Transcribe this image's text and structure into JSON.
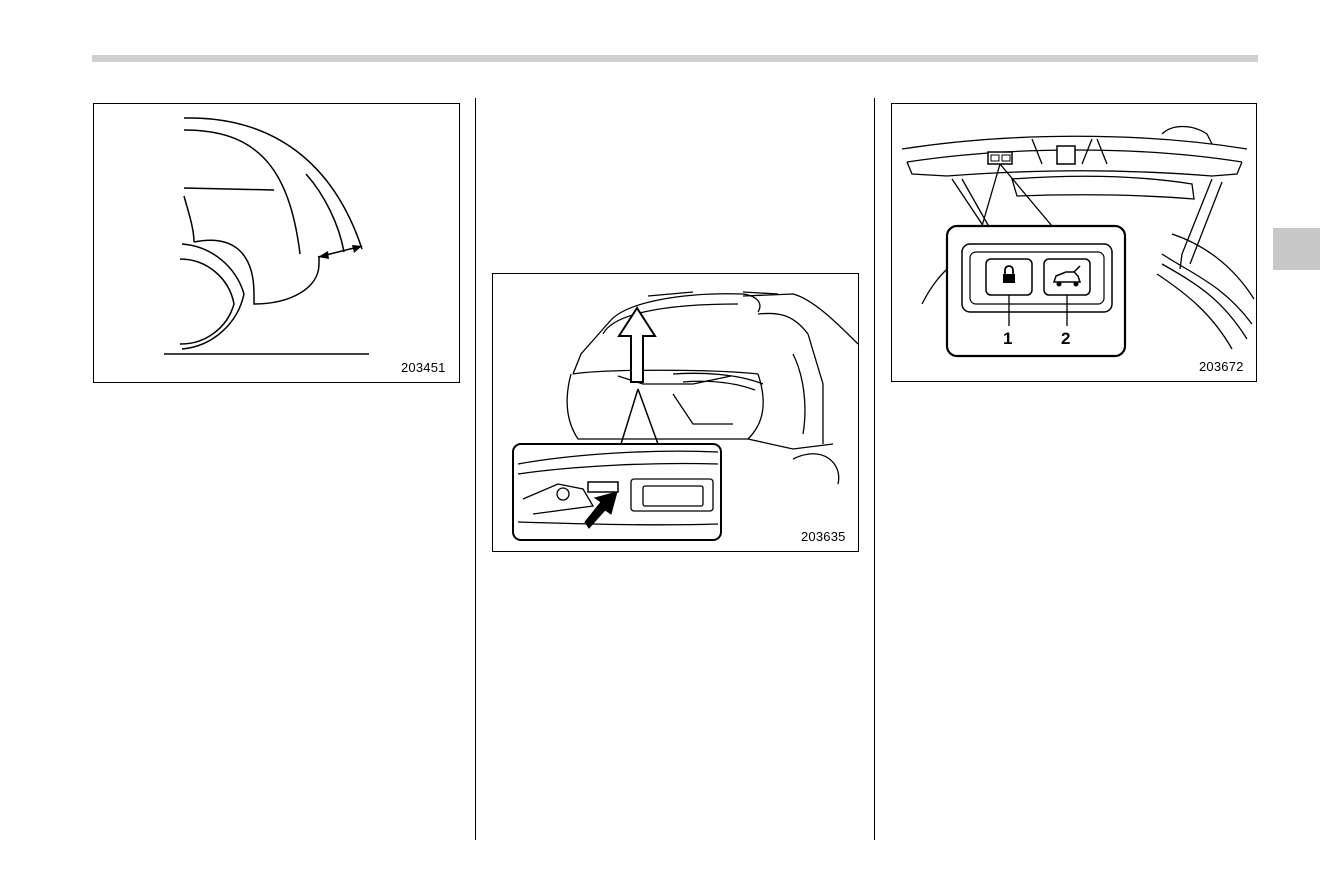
{
  "figures": [
    {
      "id": "203451"
    },
    {
      "id": "203635"
    },
    {
      "id": "203672",
      "callouts": [
        "1",
        "2"
      ]
    }
  ],
  "colors": {
    "header_rule": "#cfcfcf",
    "thumb_tab": "#c8c8c8",
    "line": "#000000"
  },
  "icons": [
    "lock-icon",
    "rear-gate-icon",
    "rear-gate-switch-icon",
    "arrow-icon"
  ]
}
